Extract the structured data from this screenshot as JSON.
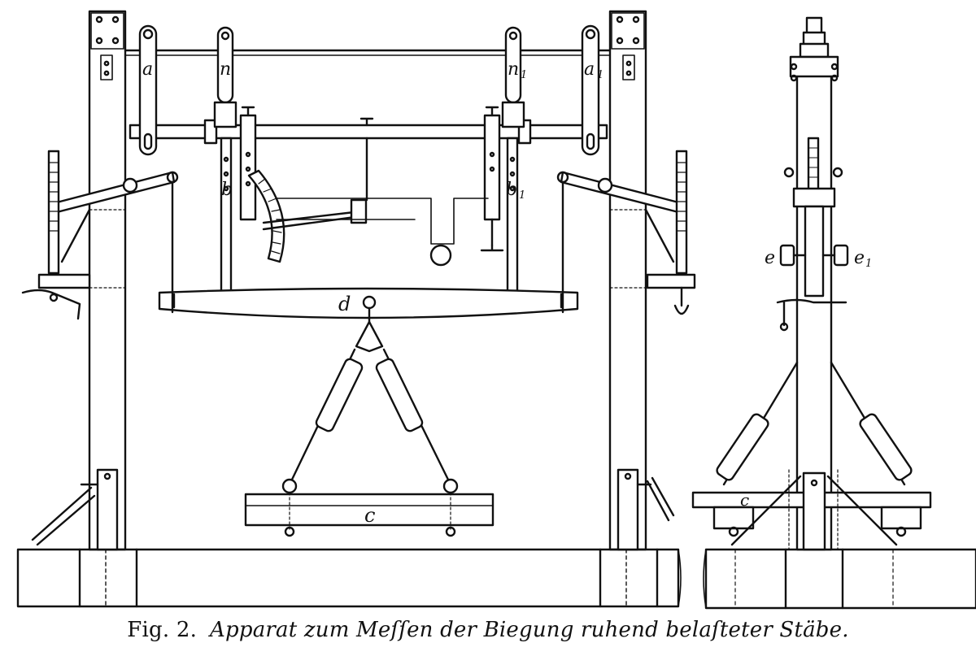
{
  "labels": {
    "a_left": "a",
    "n_left": "n",
    "n1_right": "n",
    "a1_right": "a",
    "b_left": "b",
    "b1_right": "b",
    "d": "d",
    "c_front": "c",
    "c_side": "c",
    "e": "e",
    "e1": "e",
    "sub_one": "1"
  },
  "caption": {
    "figure": "Fig. 2.",
    "text": "Apparat zum Meſſen der Biegung ruhend belaſteter Stäbe."
  }
}
